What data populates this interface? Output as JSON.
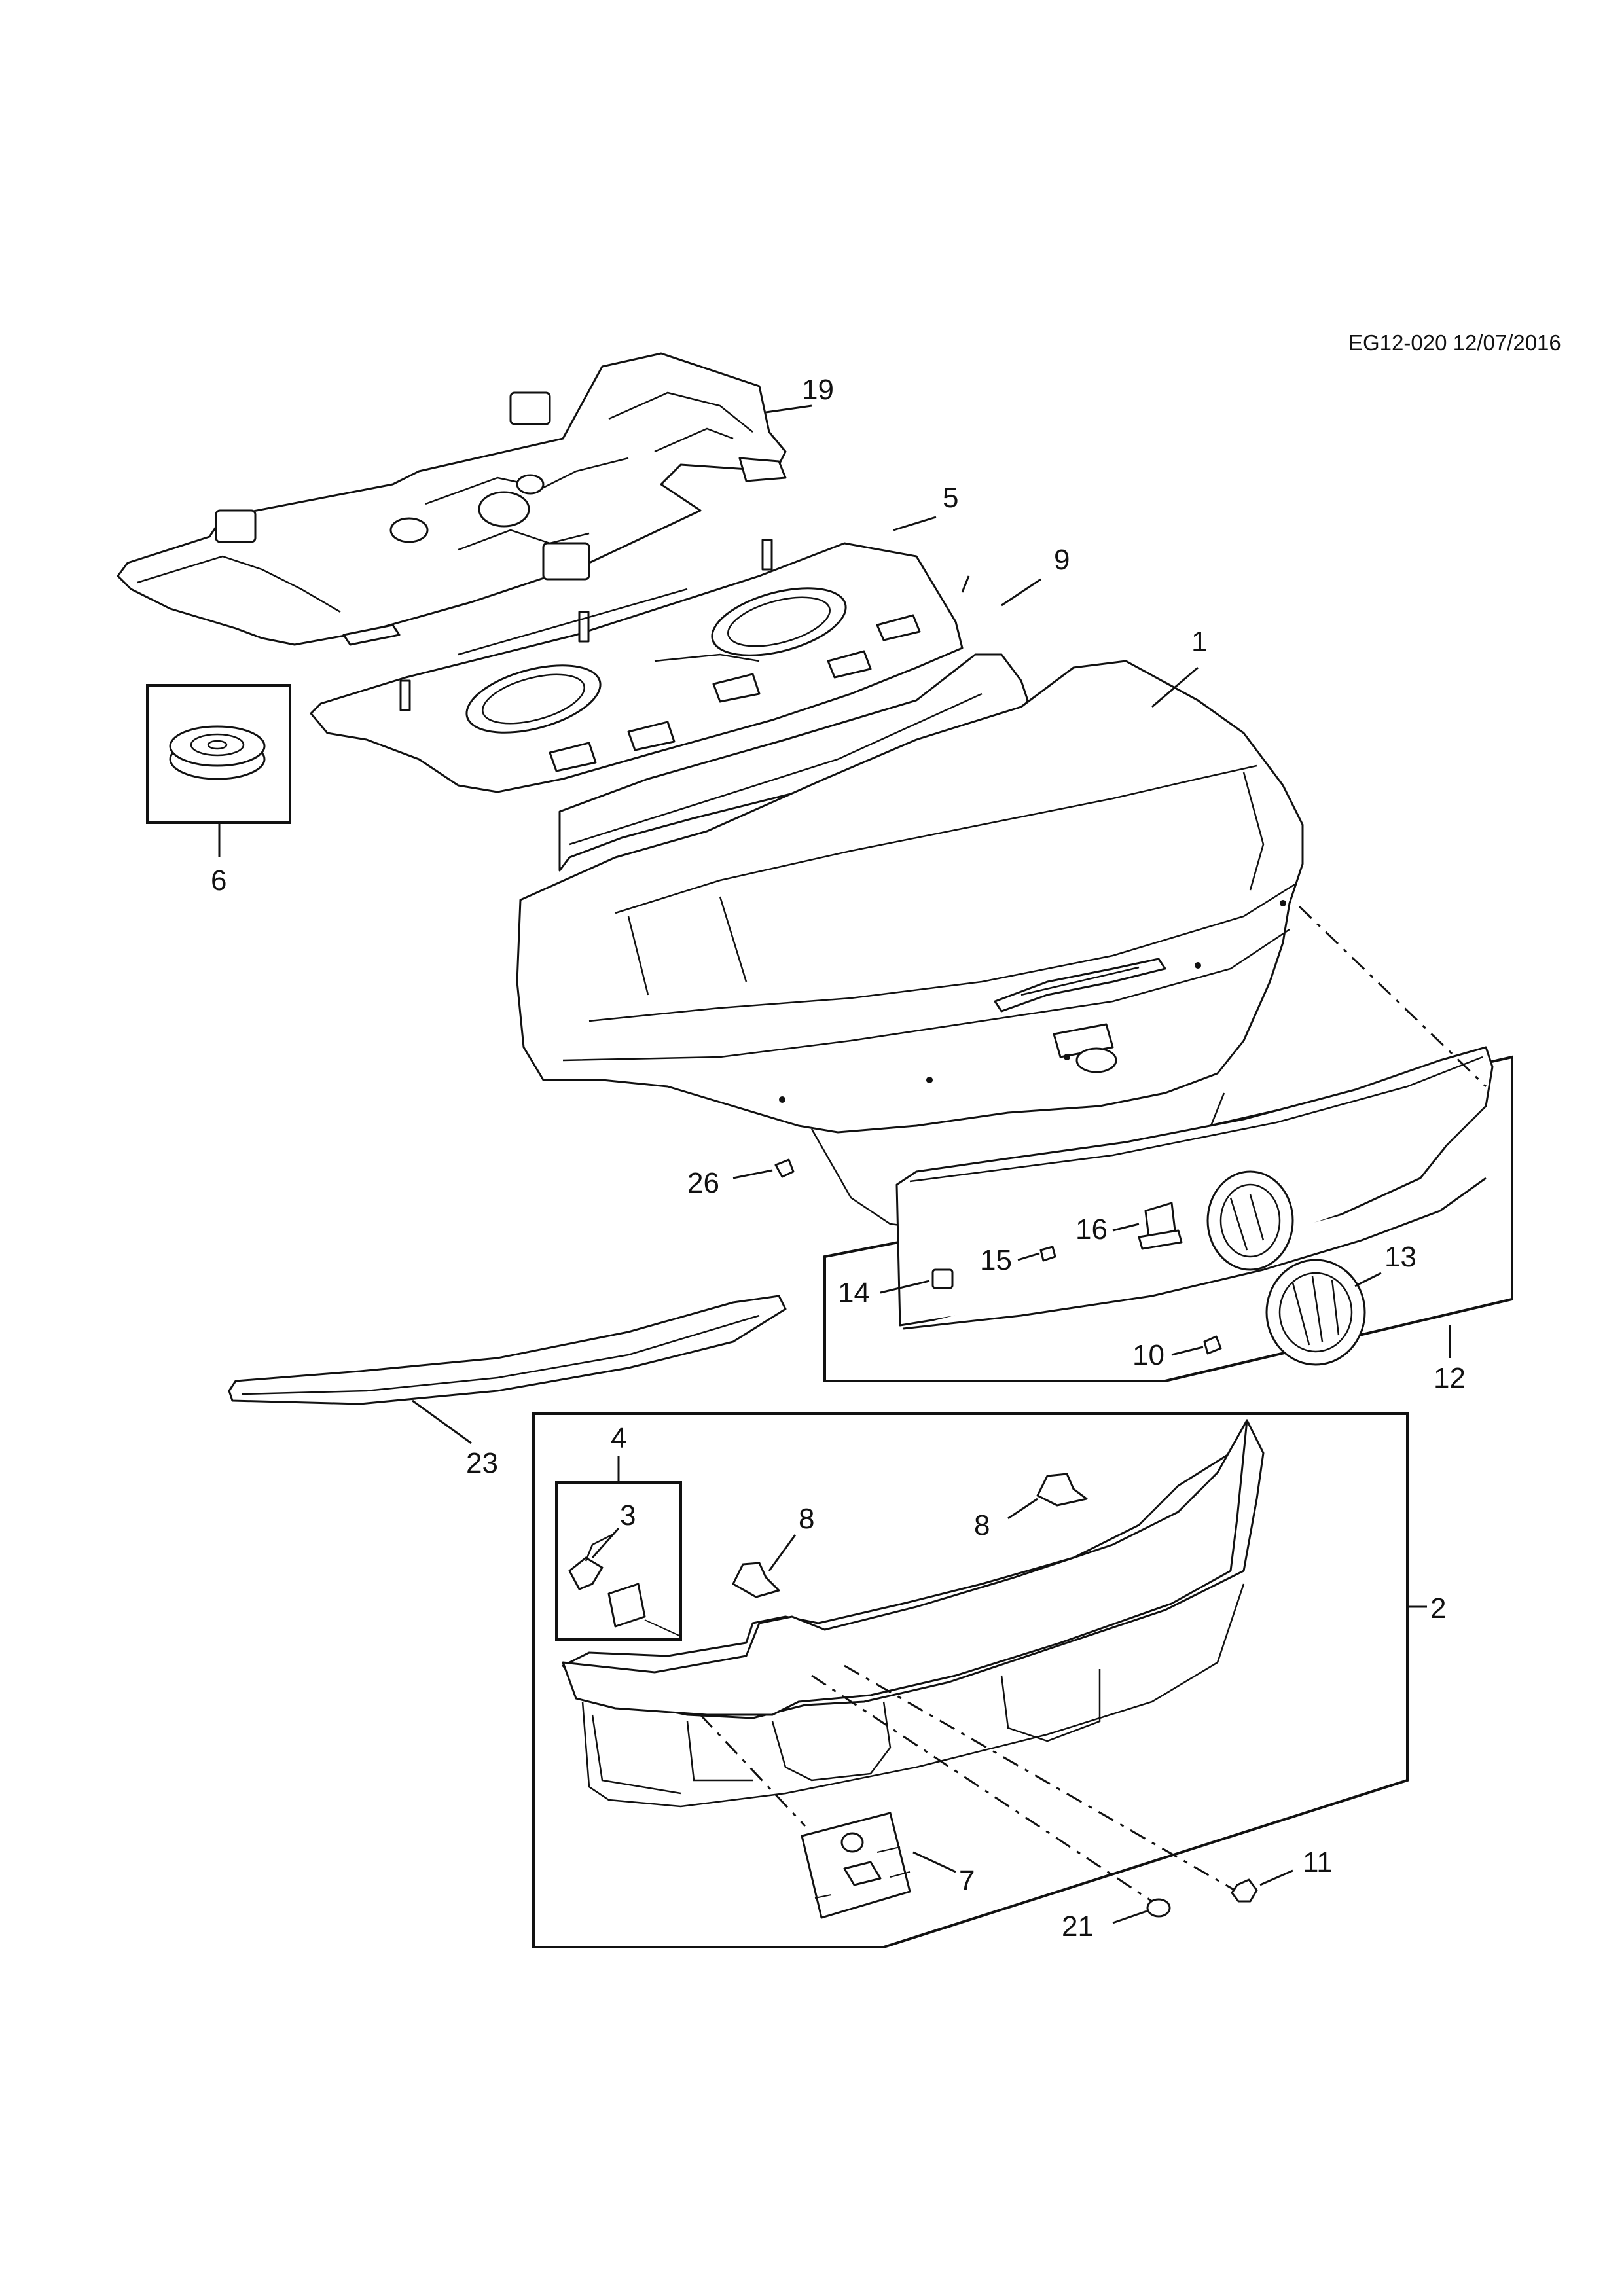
{
  "drawing_code": "EG12-020 12/07/2016",
  "callouts": [
    {
      "id": "1",
      "label": "1"
    },
    {
      "id": "2",
      "label": "2"
    },
    {
      "id": "3",
      "label": "3"
    },
    {
      "id": "4",
      "label": "4"
    },
    {
      "id": "5",
      "label": "5"
    },
    {
      "id": "6",
      "label": "6"
    },
    {
      "id": "7",
      "label": "7"
    },
    {
      "id": "8a",
      "label": "8"
    },
    {
      "id": "8b",
      "label": "8"
    },
    {
      "id": "9",
      "label": "9"
    },
    {
      "id": "10",
      "label": "10"
    },
    {
      "id": "11",
      "label": "11"
    },
    {
      "id": "12",
      "label": "12"
    },
    {
      "id": "13",
      "label": "13"
    },
    {
      "id": "14",
      "label": "14"
    },
    {
      "id": "15",
      "label": "15"
    },
    {
      "id": "16",
      "label": "16"
    },
    {
      "id": "19",
      "label": "19"
    },
    {
      "id": "21",
      "label": "21"
    },
    {
      "id": "23",
      "label": "23"
    },
    {
      "id": "26",
      "label": "26"
    }
  ]
}
